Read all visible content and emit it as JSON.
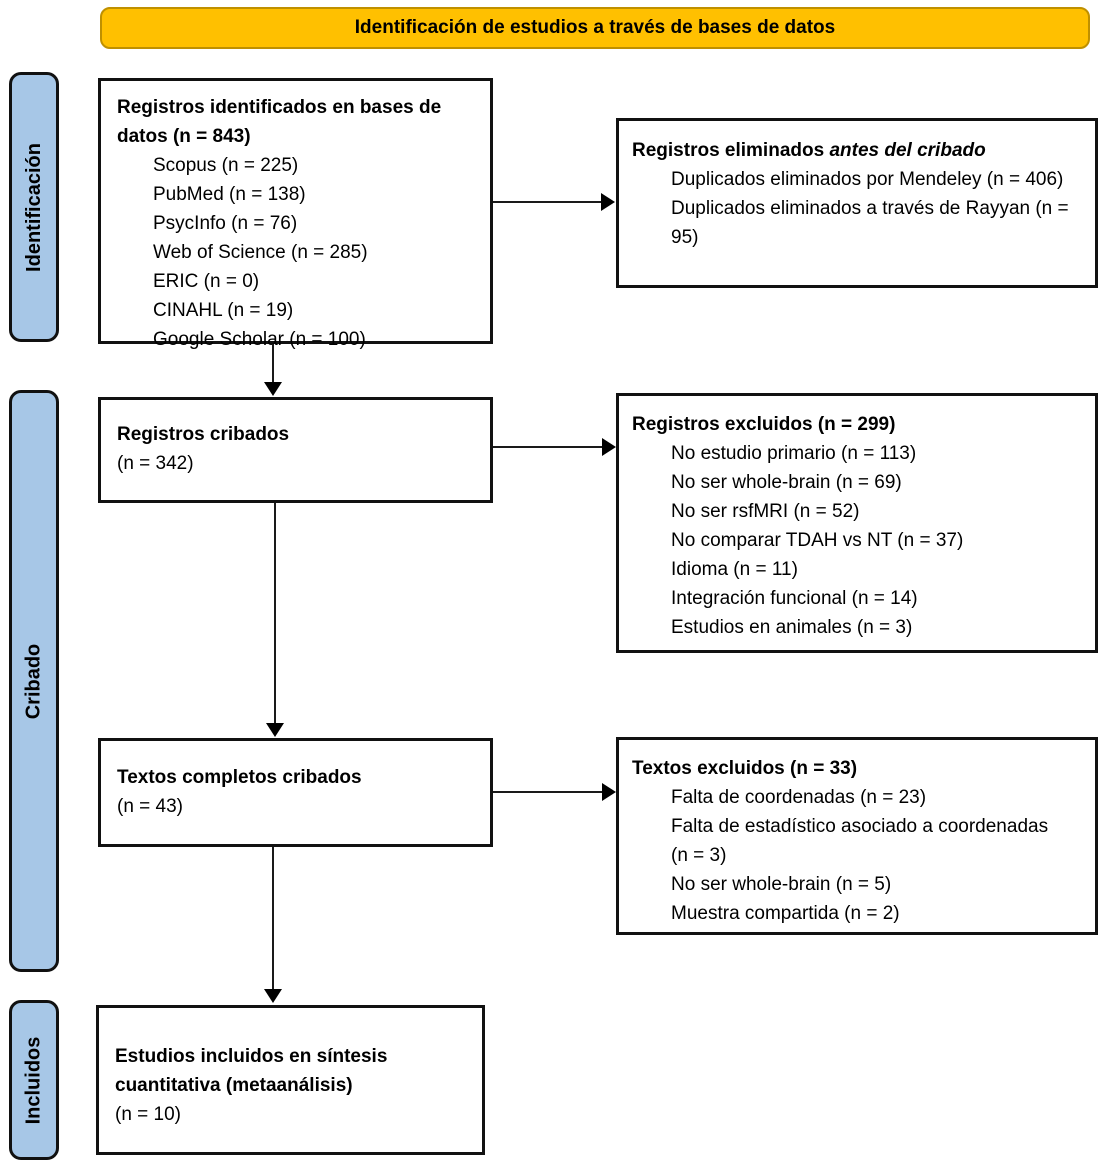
{
  "header": {
    "title": "Identificación de estudios a través de bases de datos"
  },
  "sidebar": {
    "identification_label": "Identificación",
    "screening_label": "Cribado",
    "included_label": "Incluidos"
  },
  "boxes": {
    "identified": {
      "title": "Registros identificados en bases de datos (n = 843)",
      "items": [
        "Scopus (n = 225)",
        "PubMed (n = 138)",
        "PsycInfo (n = 76)",
        "Web of Science (n = 285)",
        "ERIC (n = 0)",
        "CINAHL (n = 19)",
        "Google Scholar (n = 100)"
      ]
    },
    "removed_before_screening": {
      "title": "Registros eliminados",
      "title_italic": "antes del cribado",
      "items": [
        "Duplicados eliminados por Mendeley (n = 406)",
        "Duplicados eliminados a través de Rayyan (n = 95)"
      ]
    },
    "records_screened": {
      "title": "Registros cribados",
      "count": "(n = 342)"
    },
    "records_excluded": {
      "title": "Registros excluidos (n = 299)",
      "items": [
        "No estudio primario (n = 113)",
        "No ser whole-brain (n = 69)",
        "No ser rsfMRI (n = 52)",
        "No comparar TDAH vs NT (n = 37)",
        "Idioma (n = 11)",
        "Integración funcional (n = 14)",
        "Estudios en animales (n = 3)"
      ]
    },
    "fulltext_screened": {
      "title": "Textos completos cribados",
      "count": "(n = 43)"
    },
    "fulltext_excluded": {
      "title": "Textos excluidos (n = 33)",
      "items": [
        "Falta de coordenadas (n = 23)",
        "Falta de estadístico asociado a coordenadas (n = 3)",
        "No ser whole-brain (n = 5)",
        "Muestra compartida (n = 2)"
      ]
    },
    "included_studies": {
      "title": "Estudios incluidos en síntesis cuantitativa (metaanálisis)",
      "count": "(n = 10)"
    }
  },
  "colors": {
    "banner_fill": "#FFC000",
    "banner_border": "#BF9000",
    "stagebar_fill": "#A7C7E7",
    "box_border": "#111111",
    "arrow": "#000000"
  }
}
